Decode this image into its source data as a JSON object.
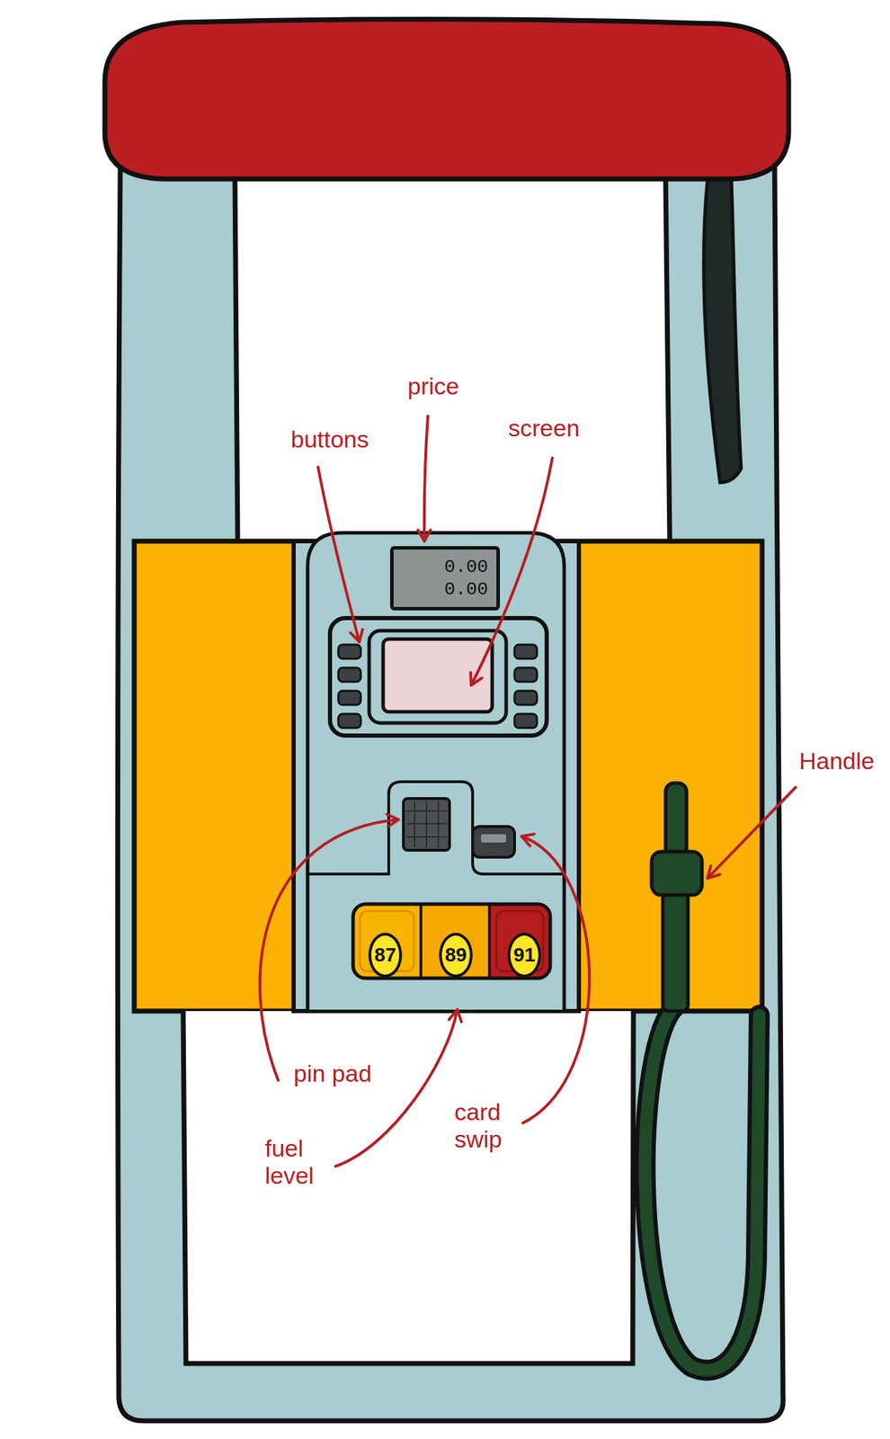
{
  "diagram": {
    "nodes": [
      {
        "text": [
          "0.00",
          "0.00"
        ]
      },
      {
        "text": [
          "87"
        ]
      },
      {
        "text": [
          "89"
        ]
      },
      {
        "text": [
          "91"
        ]
      }
    ],
    "labels": [
      "buttons",
      "price",
      "screen",
      "Handle",
      "pin pad",
      "card swip",
      "fuel level"
    ]
  }
}
